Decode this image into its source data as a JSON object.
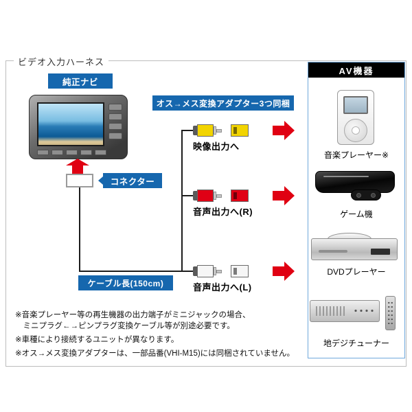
{
  "title": "ビデオ入力ハーネス",
  "labels": {
    "nav": "純正ナビ",
    "connector": "コネクター",
    "adapter_header": "オス→メス変換アダプター3つ同梱",
    "cable_length": "ケーブル長(150cm)"
  },
  "outputs": [
    {
      "label": "映像出力へ",
      "color": "#f2d400"
    },
    {
      "label": "音声出力へ(R)",
      "color": "#e00015"
    },
    {
      "label": "音声出力へ(L)",
      "color": "#f6f6f6"
    }
  ],
  "av_equipment": {
    "header": "AV機器",
    "devices": [
      {
        "label": "音楽プレーヤー※",
        "type": "music-player"
      },
      {
        "label": "ゲーム機",
        "type": "game-console"
      },
      {
        "label": "DVDプレーヤー",
        "type": "dvd-player"
      },
      {
        "label": "地デジチューナー",
        "type": "digital-tv-tuner"
      }
    ]
  },
  "notes": [
    "※音楽プレーヤー等の再生機器の出力端子がミニジャックの場合、",
    "　ミニプラグ←→ピンプラグ変換ケーブル等が別途必要です。",
    "※車種により接続するユニットが異なります。",
    "※オス→メス変換アダプターは、一部品番(VHI-M15)には同梱されていません。"
  ],
  "colors": {
    "label_blue": "#1667ae",
    "arrow_red": "#e00012",
    "av_header_bg": "#000000",
    "av_border_blue": "#6fa8dc"
  }
}
